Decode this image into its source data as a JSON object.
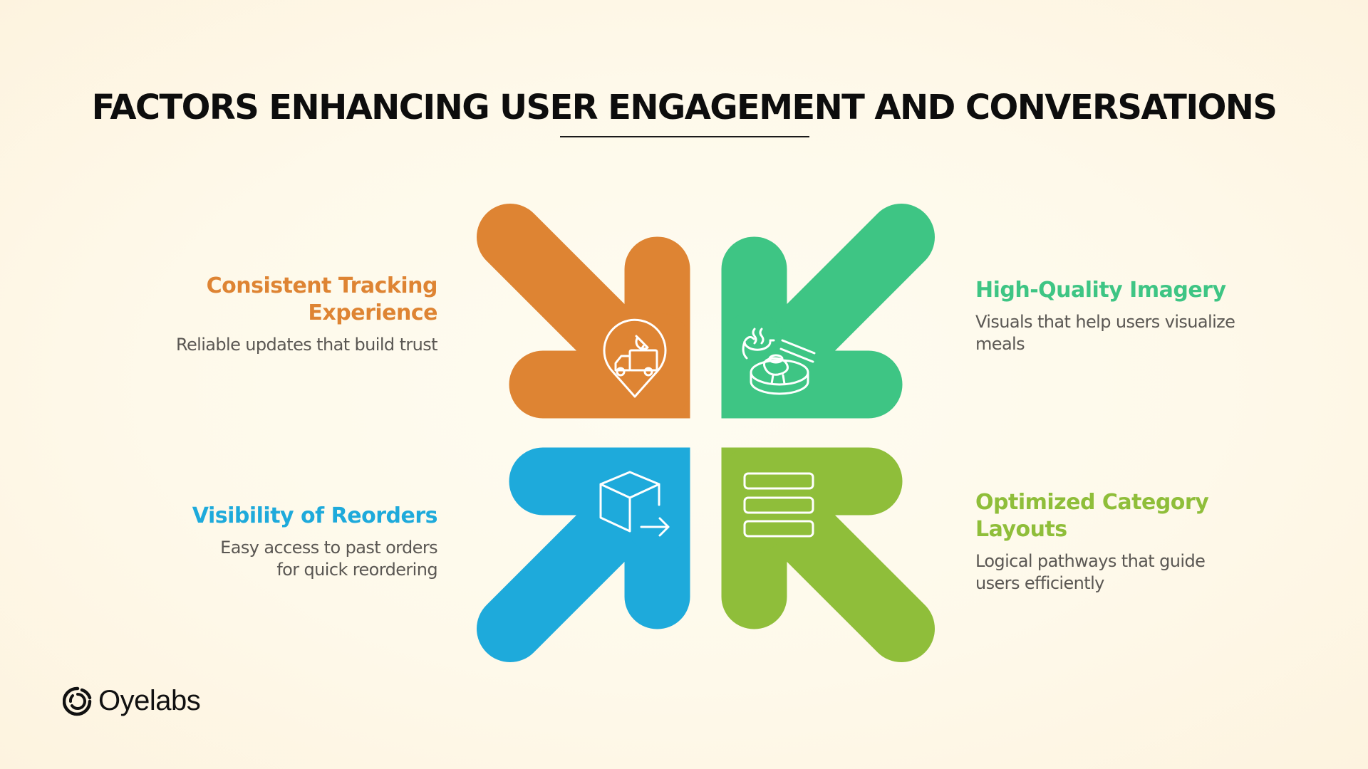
{
  "title": "FACTORS ENHANCING USER ENGAGEMENT AND CONVERSATIONS",
  "colors": {
    "background": "#fefaea",
    "title": "#0d0d0d",
    "body_text": "#5a5753",
    "orange": "#de8433",
    "green": "#3ec584",
    "blue": "#1eaadb",
    "lime": "#8fbe3a"
  },
  "factors": [
    {
      "heading": "Consistent Tracking Experience",
      "heading_lines": [
        "Consistent Tracking",
        "Experience"
      ],
      "description": "Reliable updates that build trust",
      "color": "#de8433",
      "icon": "delivery-truck-location-pin-icon",
      "position": "top-left"
    },
    {
      "heading": "High-Quality Imagery",
      "description": "Visuals that help users visualize meals",
      "color": "#3ec584",
      "icon": "food-dish-icon",
      "position": "top-right"
    },
    {
      "heading": "Visibility of Reorders",
      "description_lines": [
        "Easy access to past orders",
        "for quick reordering"
      ],
      "description": "Easy access to past orders for quick reordering",
      "color": "#1eaadb",
      "icon": "box-arrow-icon",
      "position": "bottom-left"
    },
    {
      "heading": "Optimized Category Layouts",
      "heading_lines": [
        "Optimized Category",
        "Layouts"
      ],
      "description": "Logical pathways that guide users efficiently",
      "color": "#8fbe3a",
      "icon": "list-layout-icon",
      "position": "bottom-right"
    }
  ],
  "brand": {
    "name": "Oyelabs",
    "icon": "oyelabs-logo-icon"
  }
}
